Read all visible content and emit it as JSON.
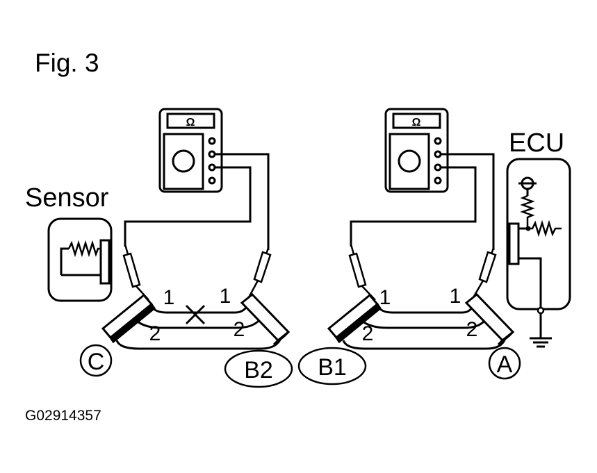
{
  "figure": {
    "title": "Fig. 3",
    "code": "G02914357"
  },
  "labels": {
    "sensor": "Sensor",
    "ecu": "ECU",
    "meter_symbol": "Ω",
    "terminal_1": "1",
    "terminal_2": "2"
  },
  "connectors": {
    "c": "C",
    "b2": "B2",
    "b1": "B1",
    "a": "A"
  },
  "colors": {
    "ink": "#000000",
    "paper": "#ffffff"
  },
  "icons": [
    "ohmmeter-icon",
    "resistor-icon",
    "ground-icon",
    "open-circuit-mark"
  ]
}
